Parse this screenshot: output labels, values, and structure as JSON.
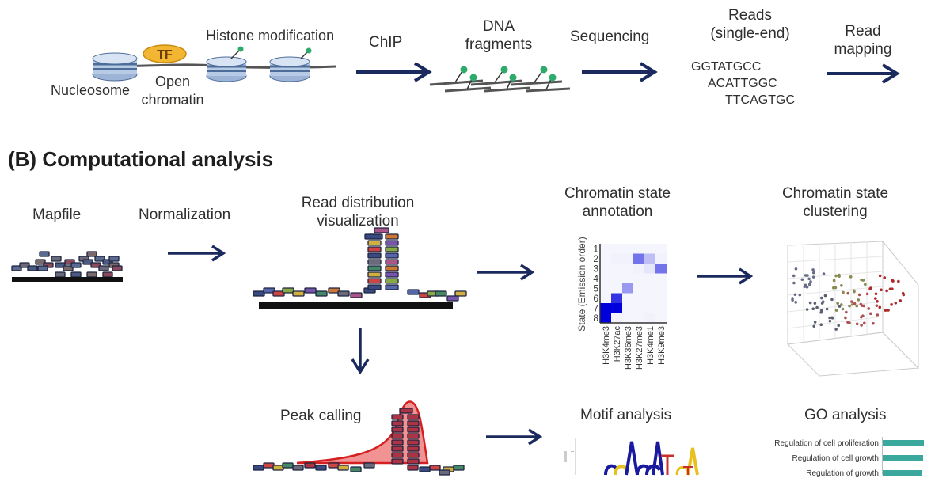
{
  "panel_a": {
    "labels": {
      "histone_modification": "Histone modification",
      "tf": "TF",
      "nucleosome": "Nucleosome",
      "open_chromatin": [
        "Open",
        "chromatin"
      ],
      "chip": "ChIP",
      "dna_fragments": [
        "DNA",
        "fragments"
      ],
      "sequencing": "Sequencing",
      "reads": [
        "Reads",
        "(single-end)"
      ],
      "read_mapping": [
        "Read",
        "mapping"
      ]
    },
    "reads_sequences": [
      "GGTATGCC",
      "ACATTGGC",
      "TTCAGTGC"
    ]
  },
  "panel_b": {
    "title": "(B)  Computational analysis",
    "steps": {
      "mapfile": "Mapfile",
      "normalization": "Normalization",
      "read_distribution": [
        "Read distribution",
        "visualization"
      ],
      "chromatin_state_annotation": [
        "Chromatin state",
        "annotation"
      ],
      "chromatin_state_clustering": [
        "Chromatin state",
        "clustering"
      ],
      "peak_calling": "Peak calling",
      "motif_analysis": "Motif analysis",
      "go_analysis": "GO analysis"
    },
    "heatmap": {
      "ylabel": "State (Emission order)",
      "states": [
        "1",
        "2",
        "3",
        "4",
        "5",
        "6",
        "7",
        "8"
      ],
      "marks": [
        "H3K4me3",
        "H3K27ac",
        "H3K36me3",
        "H3K27me3",
        "H3K4me1",
        "H3K9me3"
      ],
      "values": [
        [
          0.0,
          0.0,
          0.0,
          0.0,
          0.0,
          0.0
        ],
        [
          0.0,
          0.05,
          0.05,
          0.55,
          0.25,
          0.05
        ],
        [
          0.0,
          0.0,
          0.0,
          0.05,
          0.1,
          0.55
        ],
        [
          0.0,
          0.0,
          0.0,
          0.0,
          0.0,
          0.0
        ],
        [
          0.0,
          0.0,
          0.4,
          0.0,
          0.03,
          0.0
        ],
        [
          0.0,
          0.8,
          0.03,
          0.0,
          0.03,
          0.0
        ],
        [
          1.0,
          1.0,
          0.03,
          0.0,
          0.03,
          0.0
        ],
        [
          1.0,
          0.05,
          0.03,
          0.0,
          0.05,
          0.0
        ]
      ],
      "color": "#0000dd"
    },
    "go_terms": [
      "Regulation of cell proliferation",
      "Regulation of cell growth",
      "Regulation of growth"
    ],
    "go_bar_fraction": [
      1.0,
      0.98,
      0.95
    ],
    "colors": {
      "arrow": "#1b2a5e",
      "go_bar": "#3aa89c",
      "peak_fill": "#f08080",
      "peak_stroke": "#d42020",
      "marker_green": "#2eaa6a",
      "tf_fill": "#f2b632"
    }
  }
}
